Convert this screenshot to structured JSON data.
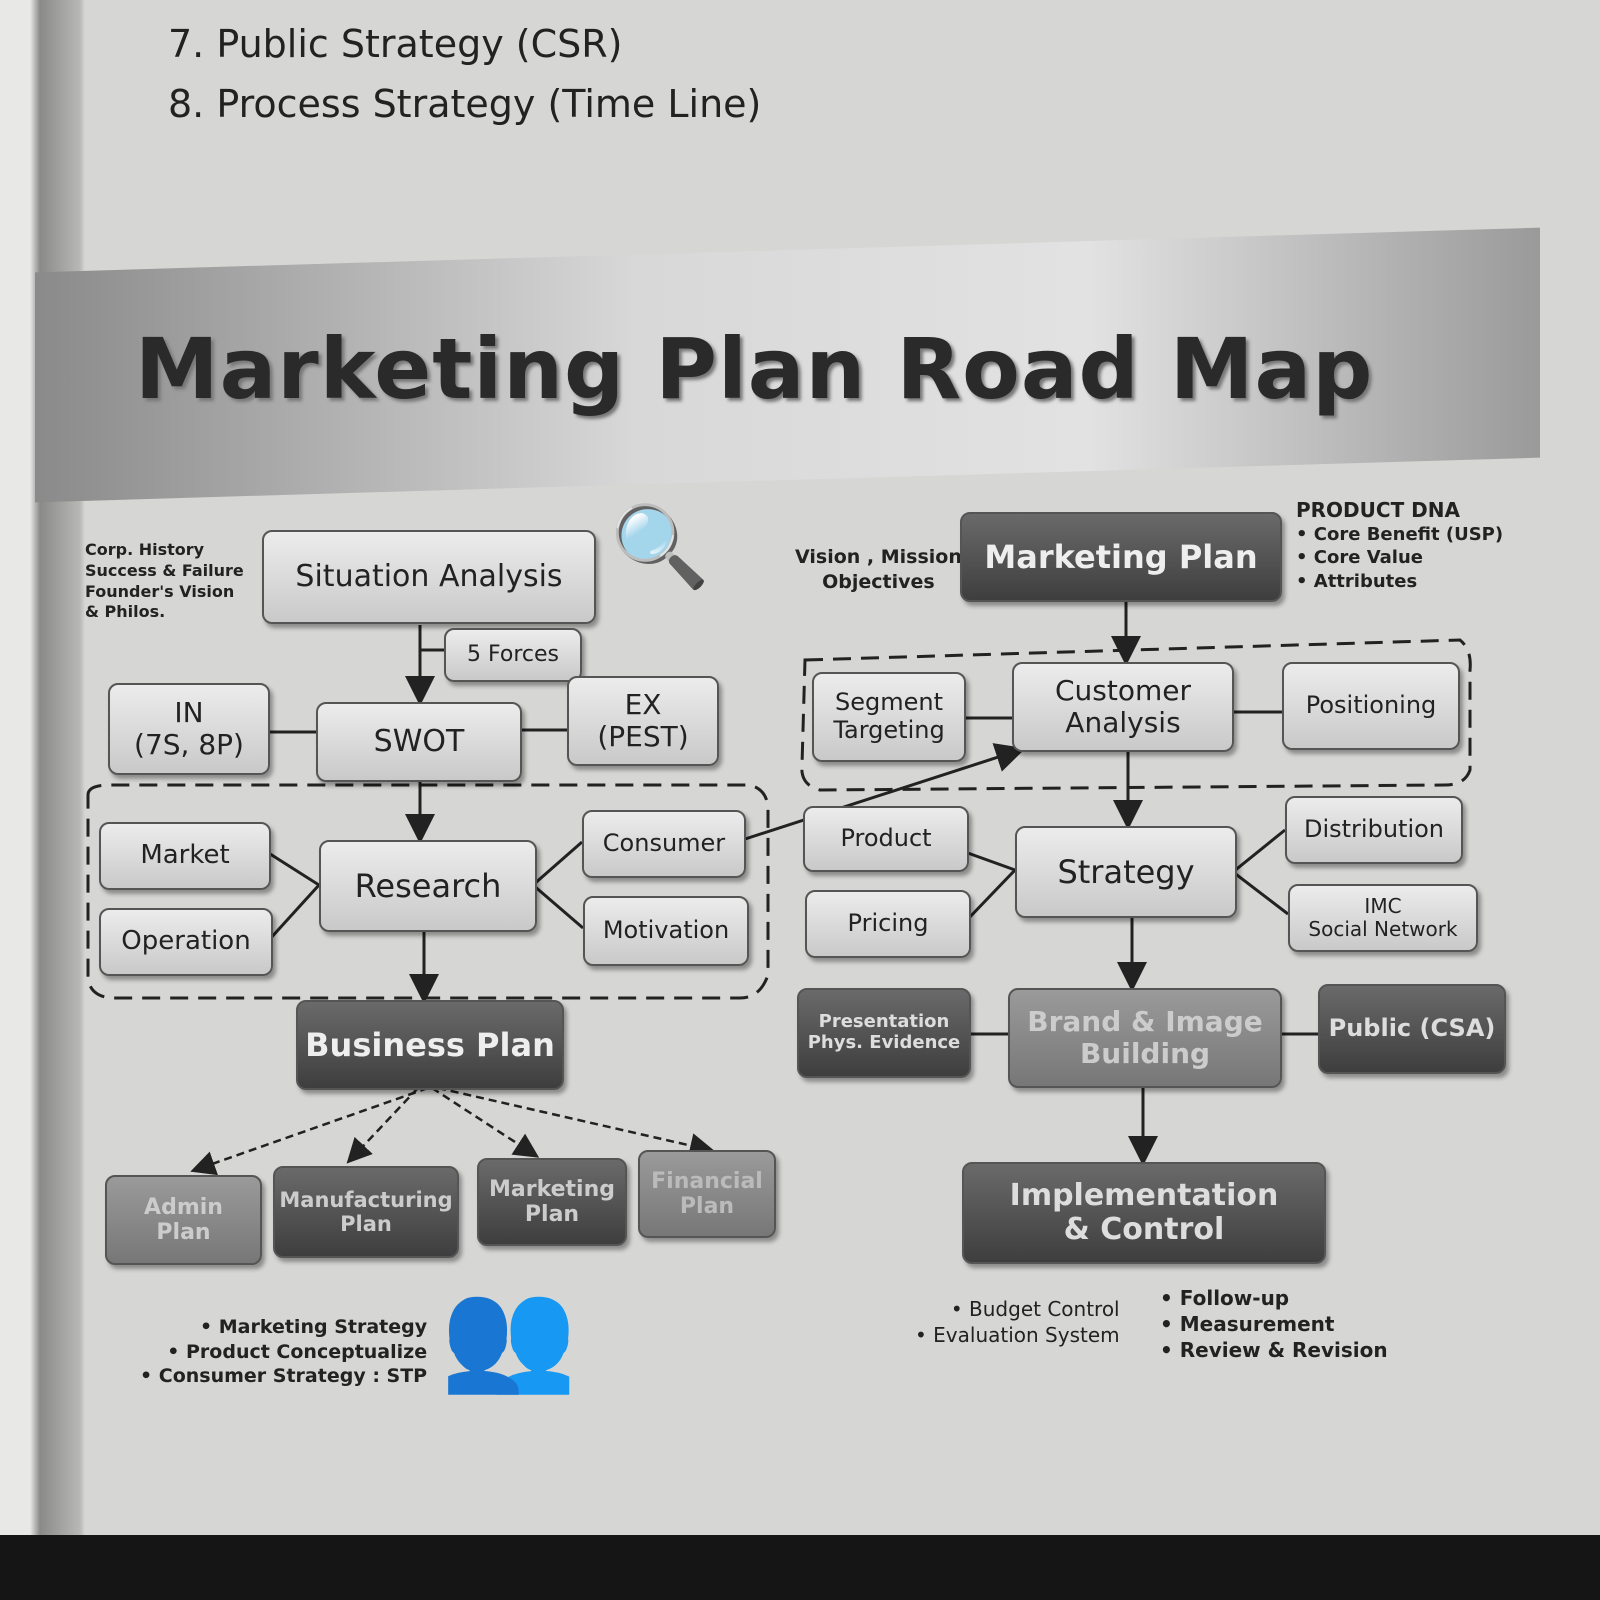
{
  "page_list": [
    "7. Public Strategy (CSR)",
    "8. Process Strategy (Time Line)"
  ],
  "title": "Marketing Plan Road Map",
  "left": {
    "history_note": [
      "Corp. History",
      "Success & Failure",
      "Founder's Vision",
      "& Philos."
    ],
    "situation_analysis": "Situation Analysis",
    "five_forces": "5 Forces",
    "in": "IN\n(7S, 8P)",
    "swot": "SWOT",
    "ex": "EX\n(PEST)",
    "market": "Market",
    "operation": "Operation",
    "research": "Research",
    "consumer": "Consumer",
    "motivation": "Motivation",
    "business_plan": "Business Plan",
    "admin_plan": "Admin\nPlan",
    "manufacturing_plan": "Manufacturing\nPlan",
    "marketing_plan_small": "Marketing\nPlan",
    "financial_plan": "Financial\nPlan",
    "bottom_notes": [
      "• Marketing Strategy",
      "• Product Conceptualize",
      "• Consumer Strategy : STP"
    ]
  },
  "right": {
    "vision_note": "Vision , Mission\nObjectives",
    "marketing_plan": "Marketing Plan",
    "product_dna": [
      "PRODUCT DNA",
      "• Core Benefit (USP)",
      "• Core Value",
      "• Attributes"
    ],
    "segment_targeting": "Segment\nTargeting",
    "customer_analysis": "Customer\nAnalysis",
    "positioning": "Positioning",
    "product": "Product",
    "pricing": "Pricing",
    "strategy": "Strategy",
    "distribution": "Distribution",
    "imc": "IMC\nSocial Network",
    "presentation": "Presentation\nPhys. Evidence",
    "brand": "Brand & Image\nBuilding",
    "public": "Public (CSA)",
    "implementation": "Implementation\n& Control",
    "notes_left": [
      "• Budget Control",
      "• Evaluation System"
    ],
    "notes_right": [
      "• Follow-up",
      "• Measurement",
      "• Review & Revision"
    ]
  }
}
